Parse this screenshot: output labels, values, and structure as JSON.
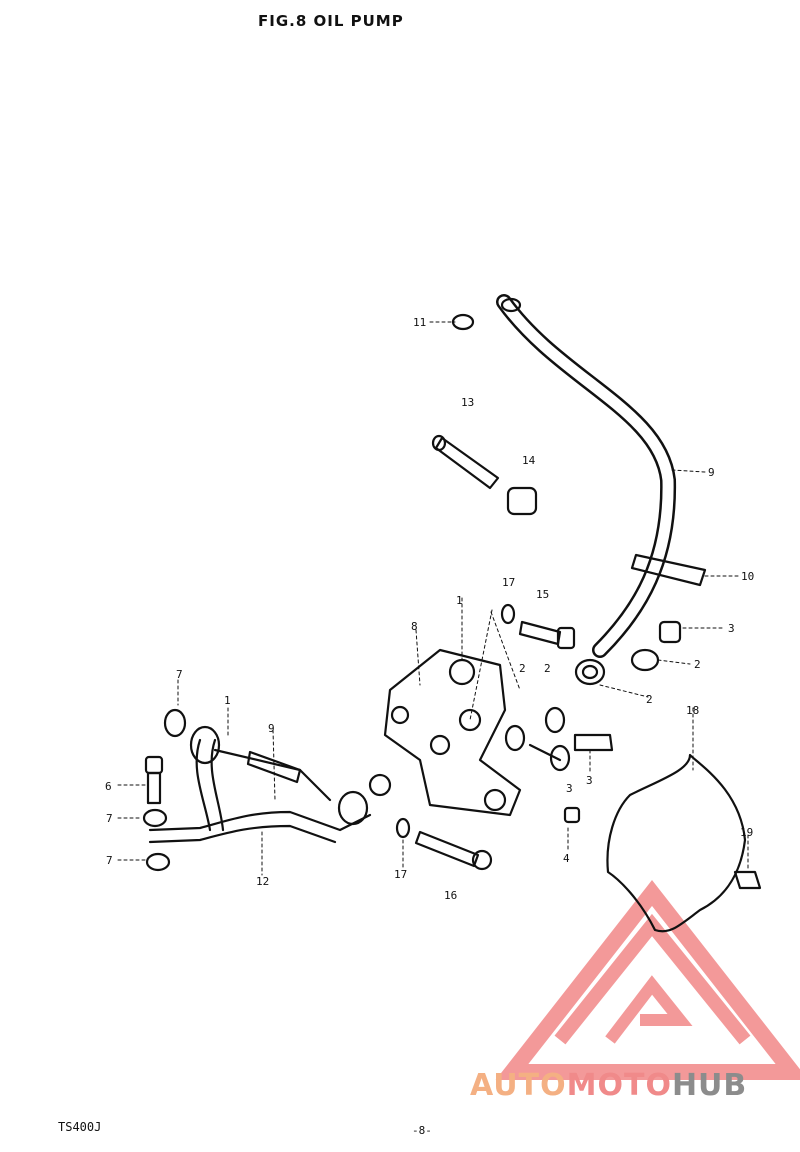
{
  "header": {
    "title": "FIG.8   OIL PUMP"
  },
  "footer": {
    "model": "TS400J",
    "page_number": "-8-"
  },
  "watermark": {
    "brand_parts": [
      "AUTO",
      "MOTO",
      "HUB"
    ],
    "colors": [
      "#f4b083",
      "#f08a8a",
      "#8c8c8c"
    ]
  },
  "callouts": [
    {
      "label": "1"
    },
    {
      "label": "1"
    },
    {
      "label": "2"
    },
    {
      "label": "2"
    },
    {
      "label": "2"
    },
    {
      "label": "2"
    },
    {
      "label": "3"
    },
    {
      "label": "3"
    },
    {
      "label": "3"
    },
    {
      "label": "4"
    },
    {
      "label": "6"
    },
    {
      "label": "7"
    },
    {
      "label": "7"
    },
    {
      "label": "7"
    },
    {
      "label": "8"
    },
    {
      "label": "9"
    },
    {
      "label": "9"
    },
    {
      "label": "10"
    },
    {
      "label": "11"
    },
    {
      "label": "12"
    },
    {
      "label": "13"
    },
    {
      "label": "14"
    },
    {
      "label": "15"
    },
    {
      "label": "16"
    },
    {
      "label": "17"
    },
    {
      "label": "17"
    },
    {
      "label": "18"
    },
    {
      "label": "19"
    }
  ]
}
